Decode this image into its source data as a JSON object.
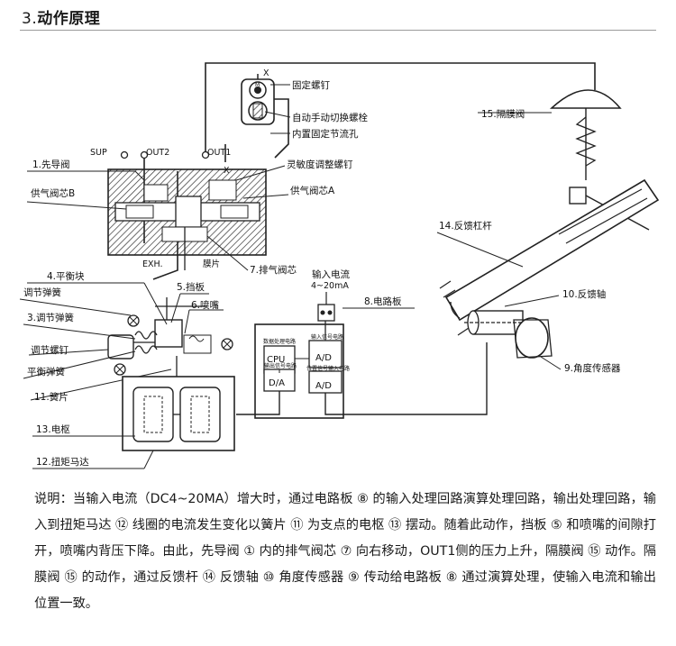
{
  "title": {
    "number": "3.",
    "text": "动作原理"
  },
  "labels": {
    "x_top": "X",
    "m": "M",
    "gudingluoding": "固定螺钉",
    "zidong": "自动手动切换螺栓",
    "neizhi": "内置固定节流孔",
    "lingmin": "灵敏度调整螺钉",
    "x_mid": "X",
    "sup": "SUP",
    "out2": "OUT2",
    "out1": "OUT1",
    "xiandaofa": "1.先导阀",
    "gongqi_b": "供气阀芯B",
    "gongqi_a": "供气阀芯A",
    "exh": "EXH.",
    "mopian": "膜片",
    "paiqi": "7.排气阀芯",
    "pinghengkuai": "4.平衡块",
    "tiaojie_tanhuang1": "调节弹簧",
    "tiaojie_tanhuang2": "3.调节弹簧",
    "tiaojie_luoding": "调节螺钉",
    "pingheng_tanhuang": "平衡弹簧",
    "huangpian": "11.簧片",
    "dianshu": "13.电枢",
    "niuju": "12.扭矩马达",
    "dangban": "5.挡板",
    "penzui": "6.喷嘴",
    "input_current": "输入电流",
    "current_range": "4~20mA",
    "dianluban": "8.电路板",
    "cpu": "CPU",
    "ad1": "A/D",
    "da": "D/A",
    "ad2": "A/D",
    "chip_small1": "数据处理电路",
    "chip_small2": "输入信号电路",
    "chip_small3": "输出信号电路",
    "chip_small4": "位置信号输入电路",
    "gemofa": "15.隔膜阀",
    "fankui_ganggan": "14.反馈杠杆",
    "fankui_zhou": "10.反馈轴",
    "jiaodu": "9.角度传感器"
  },
  "description": "说明：当输入电流（DC4~20MA）增大时，通过电路板 ⑧ 的输入处理回路演算处理回路，输出处理回路，输入到扭矩马达 ⑫ 线圈的电流发生变化以簧片 ⑪ 为支点的电枢 ⑬ 摆动。随着此动作，挡板 ⑤ 和喷嘴的间隙打开，喷嘴内背压下降。由此，先导阀 ① 内的排气阀芯 ⑦ 向右移动，OUT1侧的压力上升，隔膜阀 ⑮ 动作。隔膜阀 ⑮ 的动作，通过反馈杆 ⑭ 反馈轴 ⑩ 角度传感器 ⑨ 传动给电路板 ⑧ 通过演算处理，使输入电流和输出位置一致。",
  "colors": {
    "line": "#222222",
    "hatch": "#444444",
    "rule": "#9a9a9a"
  }
}
